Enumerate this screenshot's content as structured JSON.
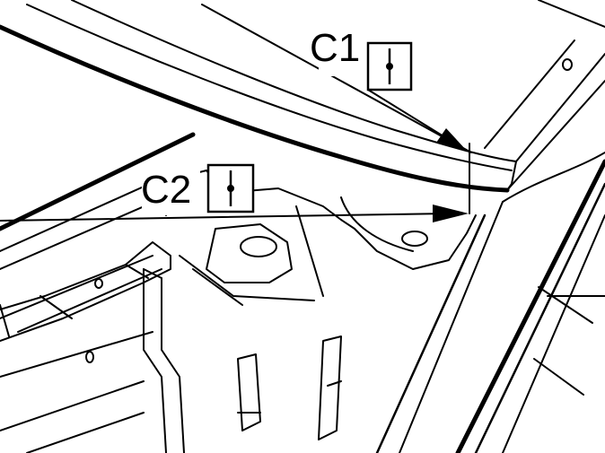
{
  "diagram": {
    "callouts": [
      {
        "id": "C1",
        "label": "C1",
        "icon": "spot-weld-symbol-icon"
      },
      {
        "id": "C2",
        "label": "C2",
        "icon": "spot-weld-symbol-icon"
      }
    ],
    "colors": {
      "line": "#000000",
      "background": "#ffffff"
    }
  }
}
